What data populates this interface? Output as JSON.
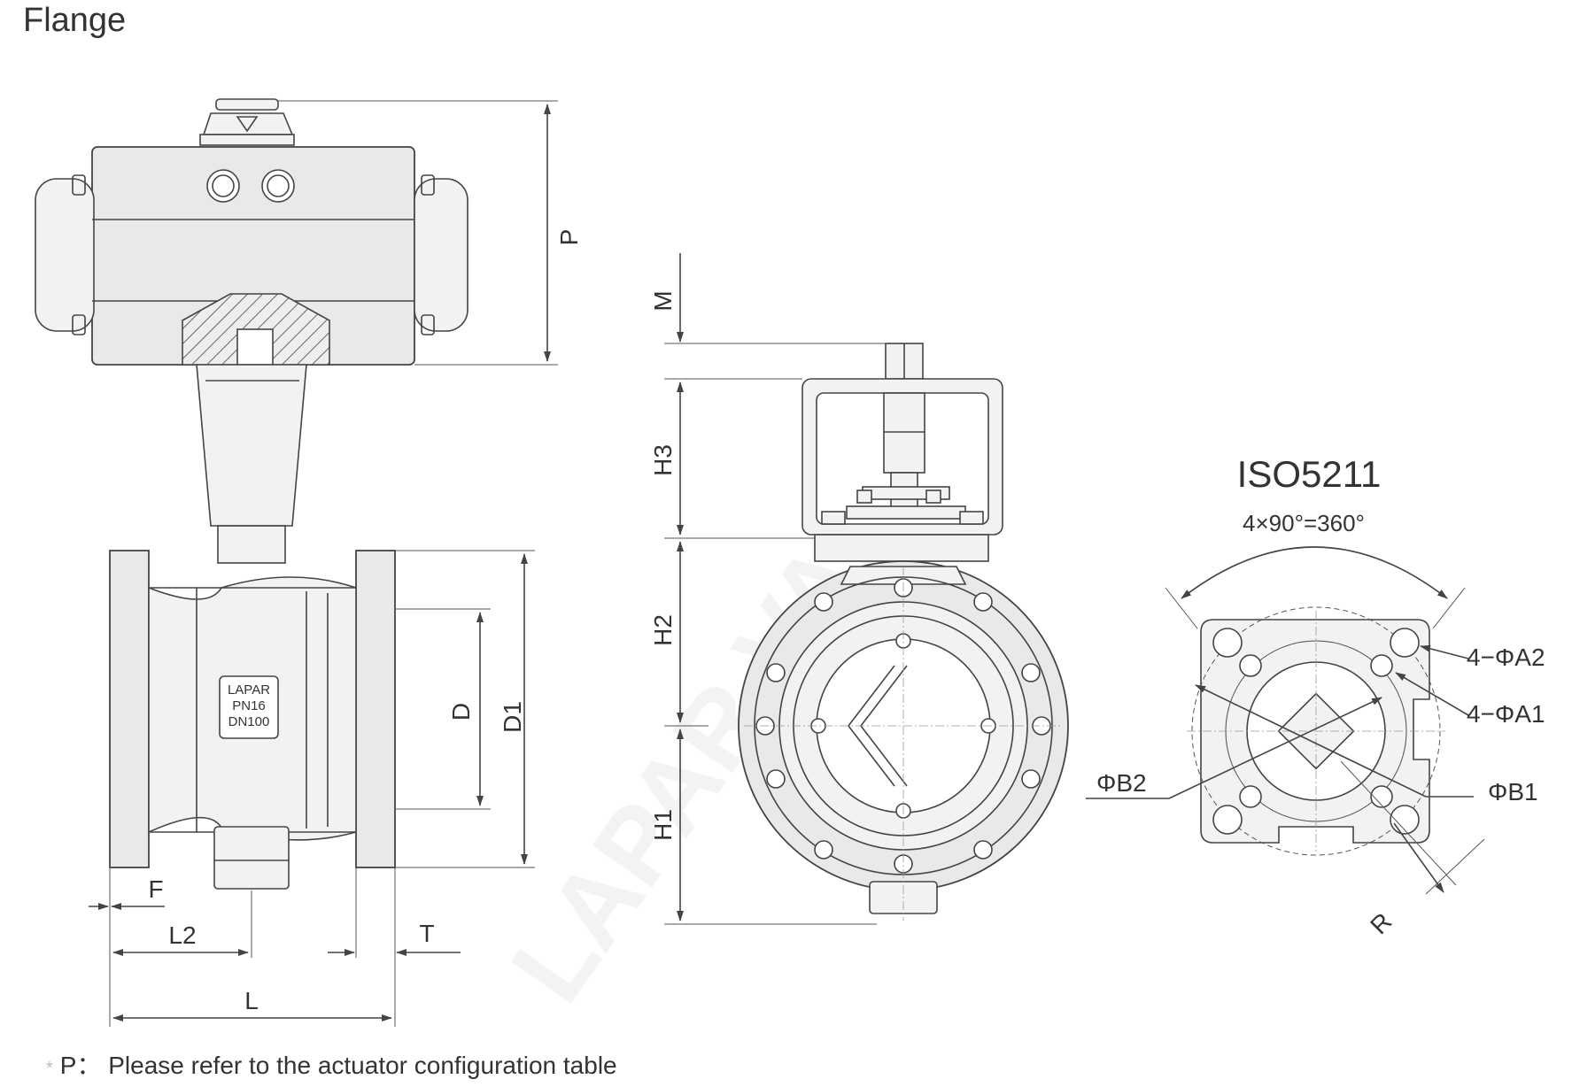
{
  "page_title": "Flange",
  "note": {
    "marker": "*",
    "text": "P： Please refer to the actuator configuration table"
  },
  "side_view": {
    "dimension_labels": {
      "P": "P",
      "D": "D",
      "D1": "D1",
      "F": "F",
      "L2": "L2",
      "T": "T",
      "L": "L"
    },
    "nameplate": [
      "LAPAR",
      "PN16",
      "DN100"
    ]
  },
  "front_view": {
    "dimension_labels": {
      "M": "M",
      "H3": "H3",
      "H2": "H2",
      "H1": "H1"
    }
  },
  "iso_view": {
    "title": "ISO5211",
    "subtitle": "4×90°=360°",
    "labels": {
      "A2": "4−ΦA2",
      "A1": "4−ΦA1",
      "B2": "ΦB2",
      "B1": "ΦB1",
      "R": "R"
    }
  }
}
